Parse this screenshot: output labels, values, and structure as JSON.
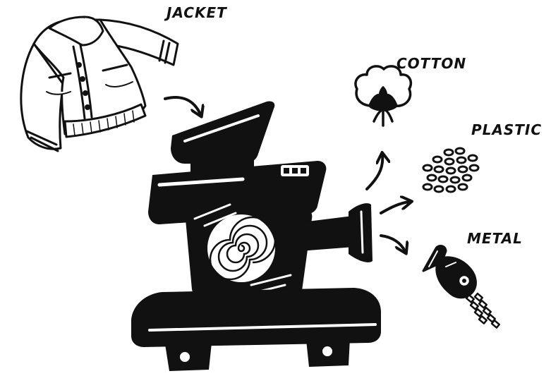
{
  "labels": {
    "jacket": "JACKET",
    "cotton": "COTTON",
    "plastic": "PLASTIC",
    "metal": "METAL"
  },
  "colors": {
    "ink": "#111111",
    "paper": "#ffffff"
  },
  "icons": {
    "input": "jacket-icon",
    "machine": "meat-grinder-icon",
    "outputs": [
      "cotton-icon",
      "plastic-pellets-icon",
      "zipper-metal-icon"
    ]
  }
}
